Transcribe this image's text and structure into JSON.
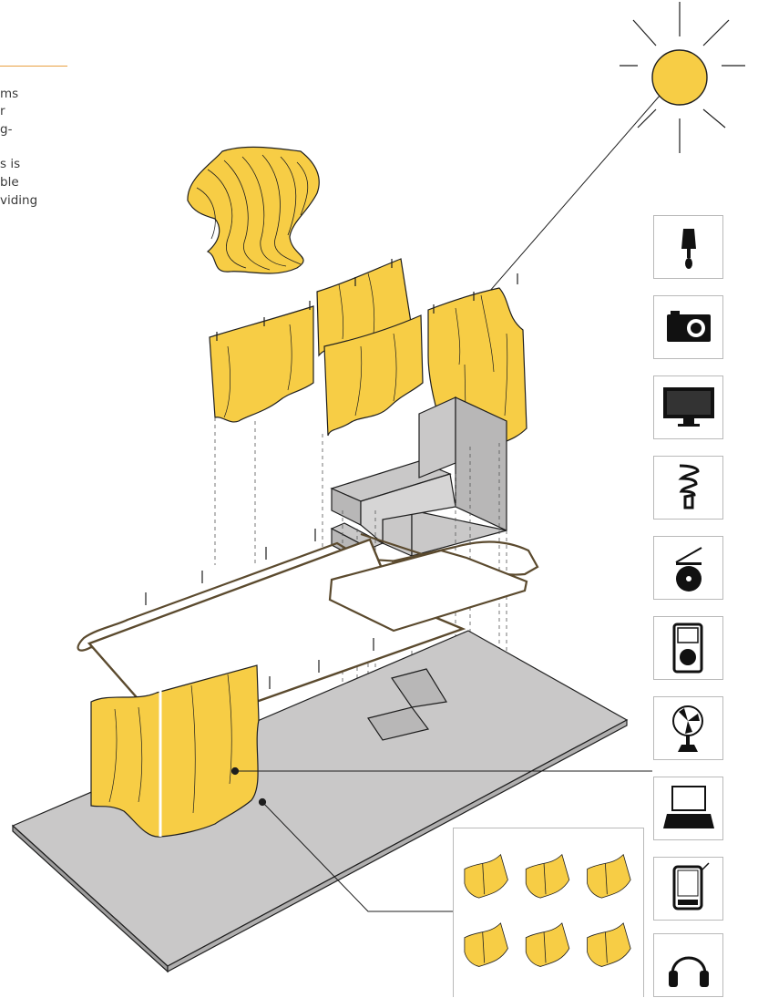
{
  "intro_text_fragment": {
    "lines": [
      "ms",
      "r",
      "g-",
      "",
      "s is",
      "ble",
      "viding"
    ]
  },
  "colors": {
    "fabric_yellow": "#f7cd45",
    "floor_grey": "#c9c8c8",
    "rail_brown": "#5b4a2e",
    "sun_fill": "#f7cd45",
    "outline": "#1e1e1e",
    "rule_orange": "#e8a040"
  },
  "device_icons": [
    {
      "name": "lamp-icon"
    },
    {
      "name": "camera-icon"
    },
    {
      "name": "television-icon"
    },
    {
      "name": "lightbulb-icon"
    },
    {
      "name": "cd-player-icon"
    },
    {
      "name": "mp3-player-icon"
    },
    {
      "name": "fan-icon"
    },
    {
      "name": "laptop-icon"
    },
    {
      "name": "pda-icon"
    },
    {
      "name": "headphones-icon"
    }
  ],
  "curtain_modules_count": 6
}
